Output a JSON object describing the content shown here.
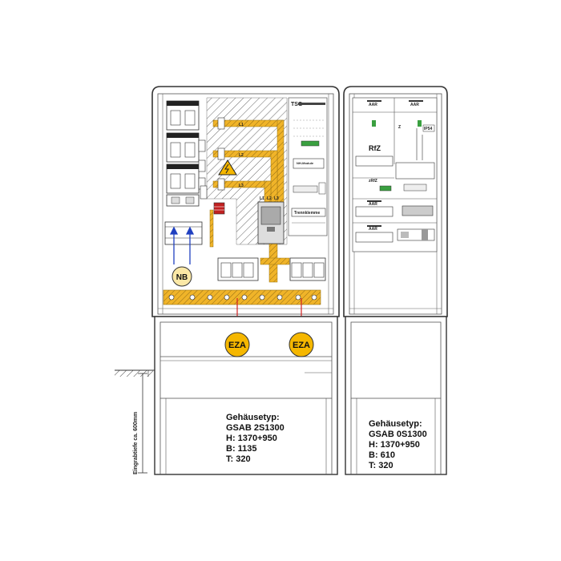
{
  "cabinet_left": {
    "meter_field_labels": {
      "tsg": "TSG",
      "trennklemme": "Trennklemme",
      "nh_module": "NH-Module"
    },
    "phase_labels": [
      "L1",
      "L2",
      "L3"
    ],
    "lower_phase_labels": [
      "L1",
      "L2",
      "L3"
    ],
    "nb_label": "NB",
    "eza_labels": [
      "EZA",
      "EZA"
    ],
    "spec": {
      "title": "Gehäusetyp:",
      "model": "GSAB 2S1300",
      "height": "H: 1370+950",
      "width": "B: 1135",
      "depth": "T: 320"
    }
  },
  "cabinet_right": {
    "labels": {
      "aar_top_left": "AAR",
      "aar_top_right": "AAR",
      "z": "Z",
      "ip54": "IP54",
      "rfz": "RfZ",
      "zrfz": "zRfZ",
      "aar_mid": "AAR",
      "aar_low": "AAR"
    },
    "spec": {
      "title": "Gehäusetyp:",
      "model": "GSAB 0S1300",
      "height": "H: 1370+950",
      "width": "B: 610",
      "depth": "T: 320"
    }
  },
  "ground": {
    "depth_label": "Eingrabtiefe ca. 600mm"
  },
  "colors": {
    "busbar": "#f0b429",
    "eza_fill": "#f5b700",
    "nb_fill": "#fbe8a6",
    "arrow_blue": "#2040c0",
    "arrow_red": "#d02020"
  }
}
